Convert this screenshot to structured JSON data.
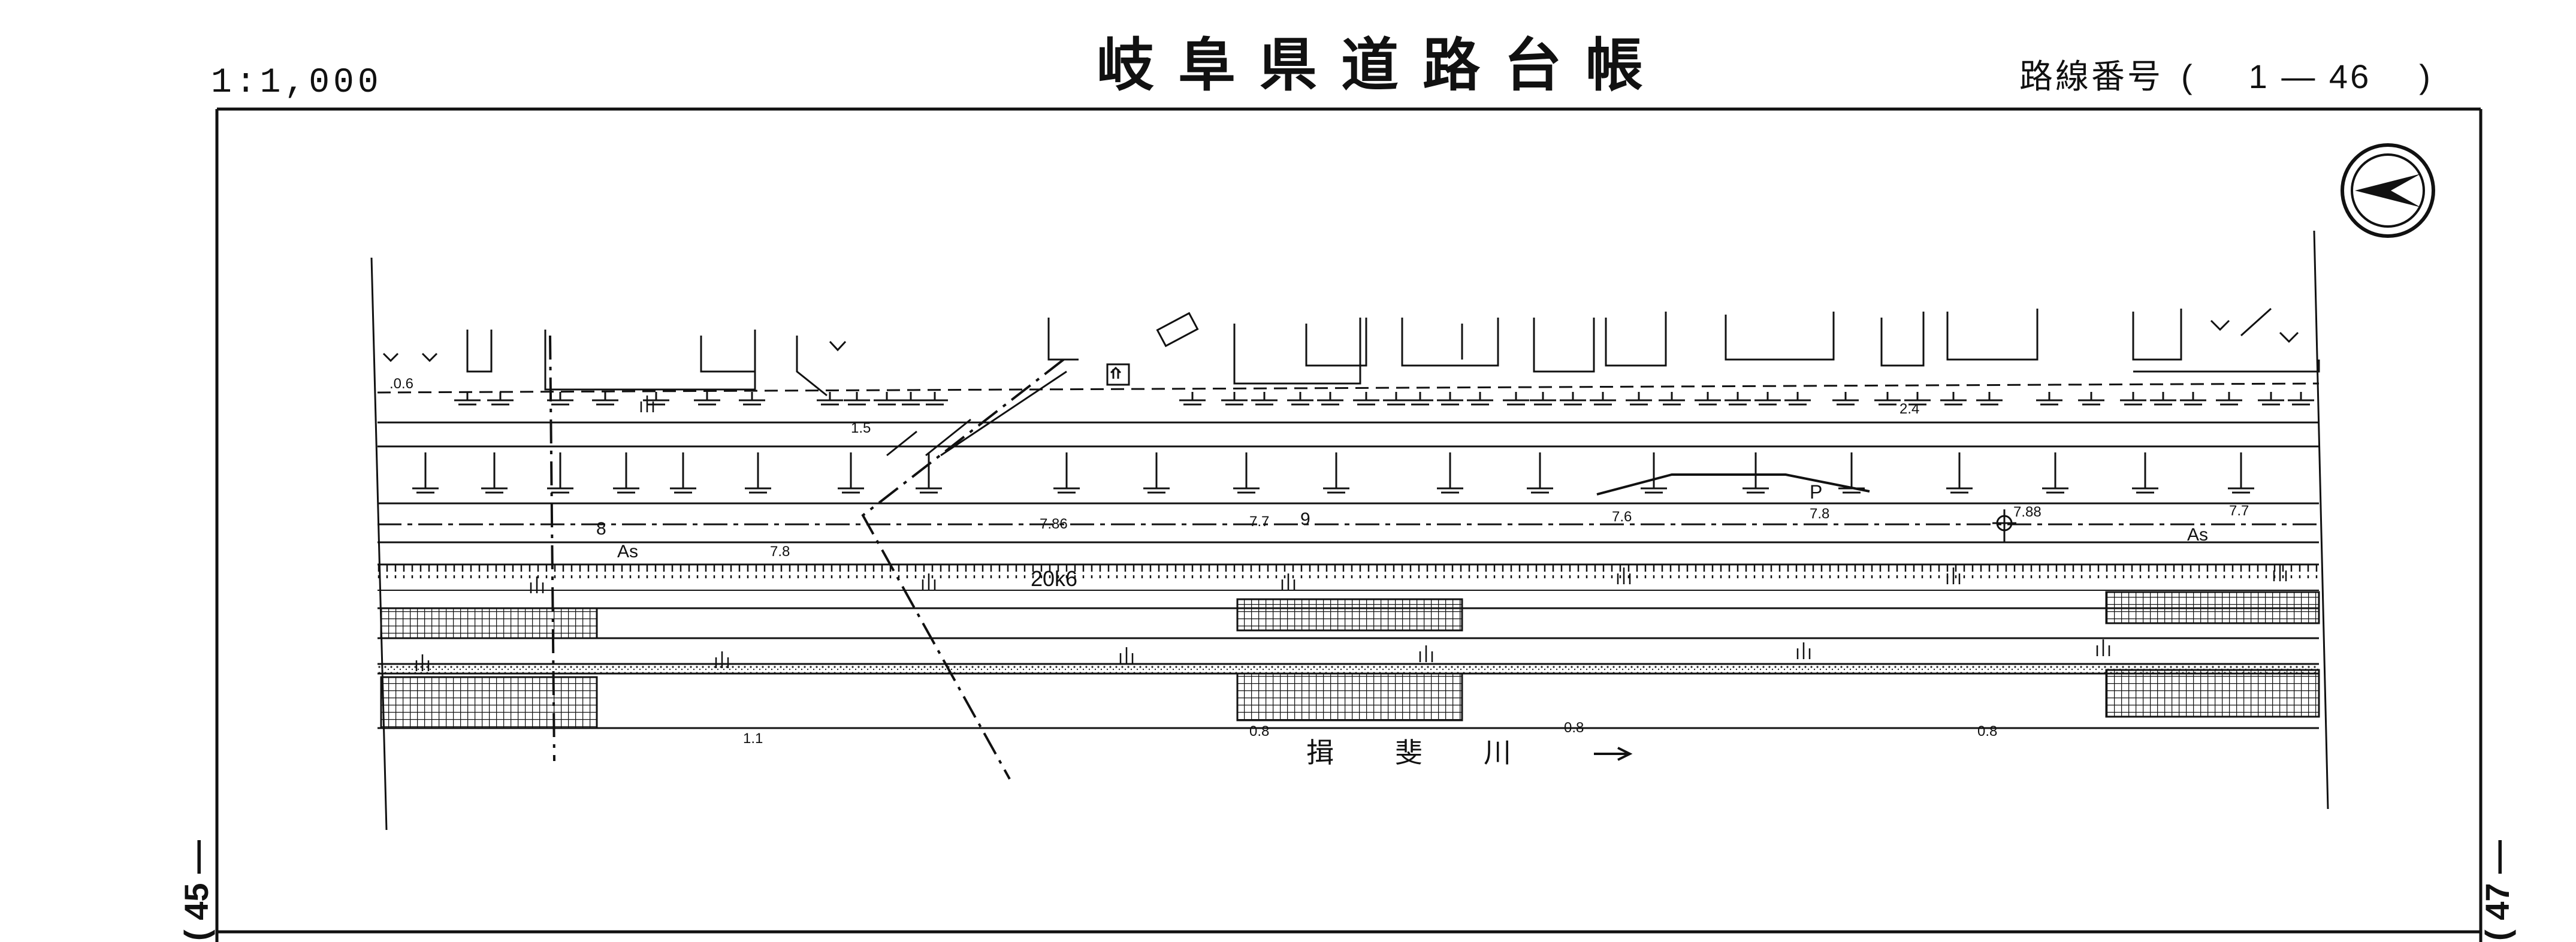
{
  "header": {
    "title": "岐阜県道路台帳",
    "scale": "1:1,000",
    "route_label": "路線番号",
    "route_open": "(",
    "route_number": "1 — 46",
    "route_close": ")"
  },
  "page_refs": {
    "left": "( 45 —",
    "right": "( 47 —"
  },
  "map": {
    "north_arrow": "north-arrow-icon",
    "river_name": "揖　斐　川",
    "station": "20k6",
    "surface_labels": [
      "As",
      "As"
    ],
    "parking_label": "P",
    "elevations": {
      "top_left": ".0.6",
      "mid_left": "1.5",
      "top_right": "2.4",
      "road_8": "8",
      "road_7_8a": "7.8",
      "road_7_86": "7.86",
      "road_7_7a": "7.7",
      "road_9": "9",
      "road_7_6": "7.6",
      "road_7_8b": "7.8",
      "road_7_88": "7.88",
      "road_7_7b": "7.7",
      "river_1_1": "1.1",
      "river_0_8a": "0.8",
      "river_0_8b": "0.8",
      "river_0_8c": "0.8"
    }
  }
}
